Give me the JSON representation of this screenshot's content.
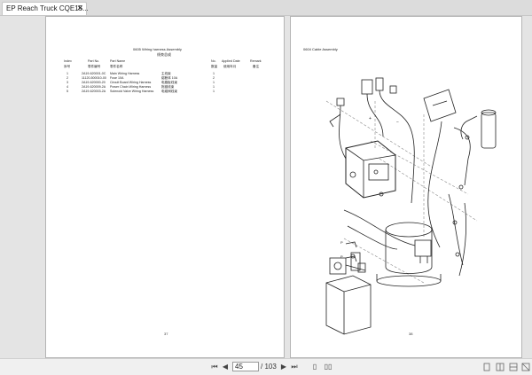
{
  "tab": {
    "title": "EP Reach Truck CQE15...",
    "close_glyph": "✕"
  },
  "left_page": {
    "title": "0605 Wiring harness Assembly",
    "title_cn": "线束总成",
    "headers": {
      "index": "Index",
      "part_no": "Part No.",
      "part_name": "Part Name",
      "no": "No.",
      "applied_date": "Applied Date",
      "remark": "Remark"
    },
    "headers_cn": {
      "index": "序号",
      "part_no": "零件编号",
      "part_name": "零件名称",
      "no": "数量",
      "applied_date": "使用年月",
      "remark": "备注"
    },
    "rows": [
      {
        "index": "1",
        "part_no": "2A19-620001-0C",
        "name": "Main Wiring Harness",
        "name_cn": "主线束",
        "qty": "1"
      },
      {
        "index": "2",
        "part_no": "11120-500010-00",
        "name": "Fuse 10A",
        "name_cn": "熔断体 10A",
        "qty": "2"
      },
      {
        "index": "3",
        "part_no": "2A19-620000-20",
        "name": "Circuit Board Wiring Harness",
        "name_cn": "电路板线束",
        "qty": "1"
      },
      {
        "index": "4",
        "part_no": "2A19-620009-2A",
        "name": "Power Chain Wiring Harness",
        "name_cn": "拖链线束",
        "qty": "1"
      },
      {
        "index": "5",
        "part_no": "2A19-620003-2A",
        "name": "Solenoid Valve Wiring Harness",
        "name_cn": "电磁阀线束",
        "qty": "1"
      }
    ],
    "page_number": "37"
  },
  "right_page": {
    "title": "0604 Cable Assembly",
    "page_number": "38",
    "labels": {
      "plus": "+",
      "minus": "−",
      "p_label": "P"
    }
  },
  "toolbar": {
    "current_page": "45",
    "total_pages": "/ 103"
  }
}
